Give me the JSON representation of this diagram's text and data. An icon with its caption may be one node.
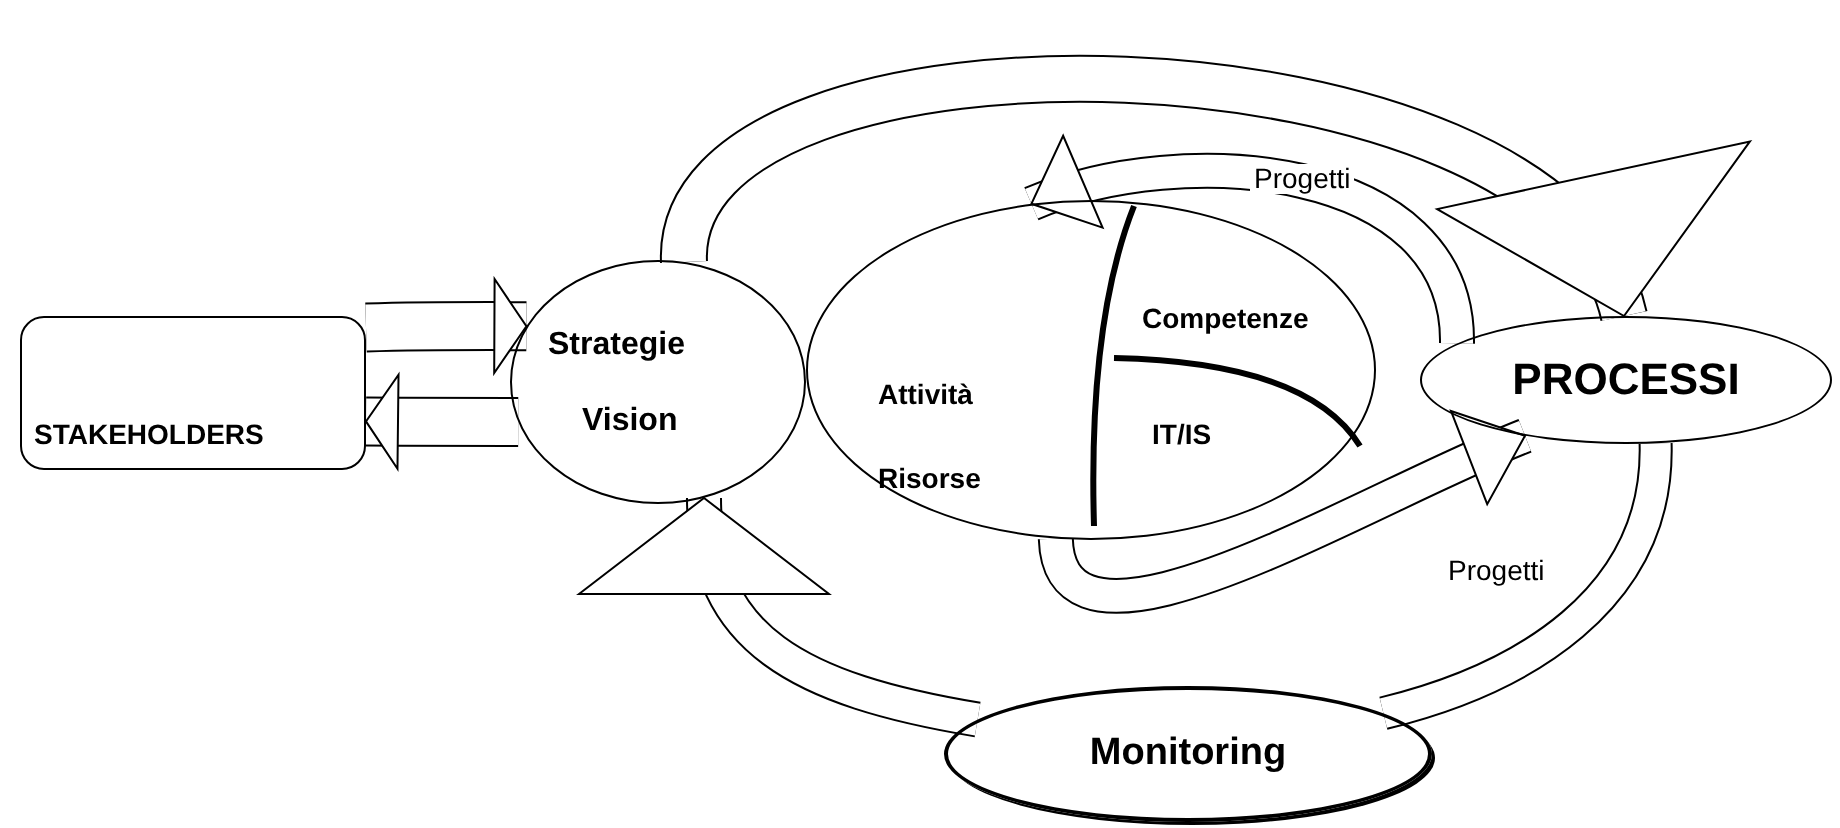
{
  "diagram": {
    "nodes": [
      {
        "text": [
          "STAKEHOLDERS"
        ]
      },
      {
        "text": [
          "Strategie",
          "Vision"
        ]
      },
      {
        "text": [
          "Attività",
          "Risorse",
          "Competenze",
          "IT/IS"
        ]
      },
      {
        "text": [
          "PROCESSI"
        ]
      },
      {
        "text": [
          "Monitoring"
        ]
      }
    ],
    "edges": [
      {
        "from": 0,
        "to": 1,
        "arrow": "to"
      },
      {
        "from": 1,
        "to": 0,
        "arrow": "to"
      },
      {
        "from": 1,
        "to": 3,
        "arrow": "to"
      },
      {
        "from": 3,
        "to": 4,
        "arrow": "none"
      },
      {
        "from": 4,
        "to": 1,
        "arrow": "to"
      },
      {
        "from": 3,
        "to": 2,
        "arrow": "to",
        "label": "Progetti"
      },
      {
        "from": 2,
        "to": 3,
        "arrow": "to",
        "label": "Progetti"
      }
    ]
  }
}
